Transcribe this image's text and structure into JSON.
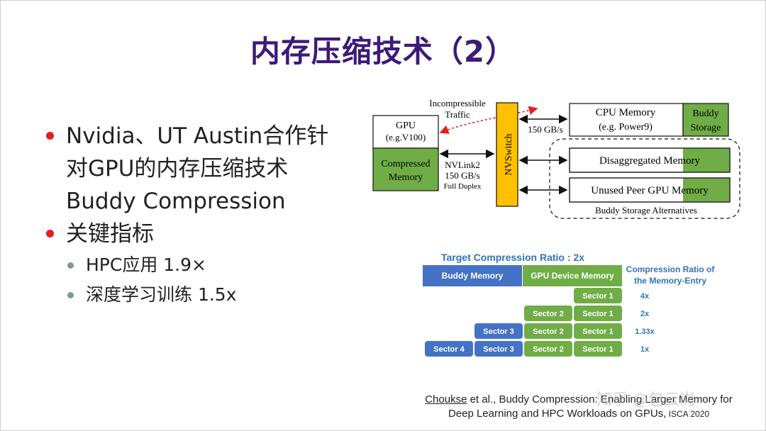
{
  "title": "内存压缩技术（2）",
  "bullets": {
    "b1_text": "Nvidia、UT Austin合作针对GPU的内存压缩技术Buddy Compression",
    "b2_text": "关键指标",
    "sub1": "HPC应用 1.9×",
    "sub2": "深度学习训练 1.5x"
  },
  "arch": {
    "gpu_l1": "GPU",
    "gpu_l2": "(e.g.V100)",
    "compressed_l1": "Compressed",
    "compressed_l2": "Memory",
    "incompressible_l1": "Incompressible",
    "incompressible_l2": "Traffic",
    "nvlink_l1": "NVLink2",
    "nvlink_l2": "150 GB/s",
    "nvlink_l3": "Full Duplex",
    "nvswitch": "NVSwitch",
    "bw": "150 GB/s",
    "cpu_l1": "CPU Memory",
    "cpu_l2": "(e.g. Power9)",
    "buddy_l1": "Buddy",
    "buddy_l2": "Storage",
    "disagg": "Disaggregated Memory",
    "unused": "Unused Peer GPU Memory",
    "alternatives": "Buddy Storage Alternatives"
  },
  "ratio": {
    "title": "Target Compression Ratio : 2x",
    "buddy_header": "Buddy Memory",
    "gpu_header": "GPU Device Memory",
    "ratio_header_l1": "Compression Ratio of",
    "ratio_header_l2": "the Memory-Entry",
    "rows": [
      {
        "buddy": [],
        "gpu": [
          "Sector 1"
        ],
        "ratio": "4x"
      },
      {
        "buddy": [],
        "gpu": [
          "Sector 2",
          "Sector 1"
        ],
        "ratio": "2x"
      },
      {
        "buddy": [
          "Sector 3"
        ],
        "gpu": [
          "Sector 2",
          "Sector 1"
        ],
        "ratio": "1.33x"
      },
      {
        "buddy": [
          "Sector 4",
          "Sector 3"
        ],
        "gpu": [
          "Sector 2",
          "Sector 1"
        ],
        "ratio": "1x"
      }
    ],
    "colors": {
      "buddy": "#4472c4",
      "gpu": "#70ad47",
      "ratio_text": "#2e75b6"
    }
  },
  "citation": {
    "author": "Choukse",
    "line1_rest": " et al., Buddy Compression: Enabling Larger Memory for",
    "line2": "Deep Learning and HPC Workloads on GPUs,",
    "venue": " ISCA 2020"
  },
  "watermark": "知乎 @包云岗"
}
